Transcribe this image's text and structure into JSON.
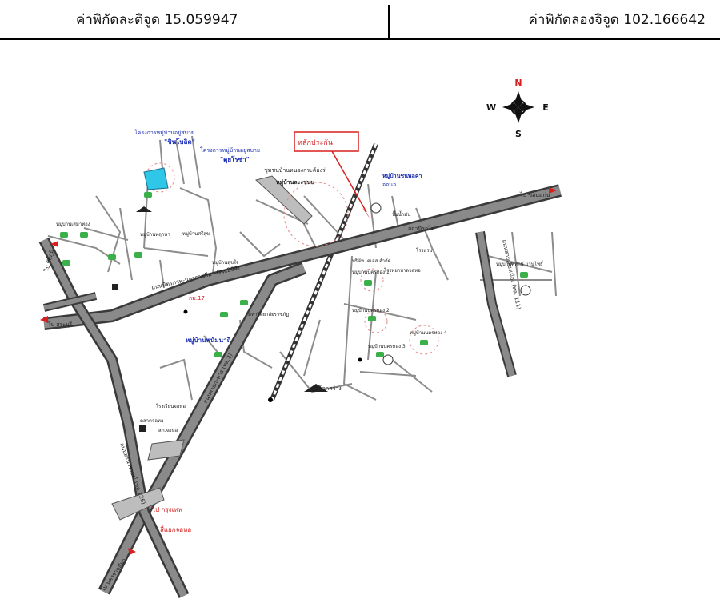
{
  "header": {
    "lat_label": "ค่าพิกัดละติจูด",
    "lat_value": "15.059947",
    "lon_label": "ค่าพิกัดลองจิจูด",
    "lon_value": "102.166642"
  },
  "compass": {
    "n": "N",
    "s": "S",
    "e": "E",
    "w": "W"
  },
  "labels": {
    "landmark_box": "หลักประกัน",
    "project_1": "โครงการหมู่บ้านอยู่สบาย",
    "project_1_name": "\"ชินโบลิค\"",
    "project_2": "โครงการหมู่บ้านอยู่สบาย",
    "project_2_name": "\"ดุยโรซ่า\"",
    "village_nongkradong": "ชุมชนบ้านหนองกระด้องร่",
    "village_lamchonghai": "หมู่บ้านละงชนบ",
    "village_chongpho": "หมู่บ้านชนพลคา",
    "village_chongpho2": "จอนจ",
    "village_main": "หมู่บ้านพนัมนาถี",
    "mittraphap_road": "ถนนมิตรภาพ-นครราชสีมา (ทล.204)",
    "road_2": "ถนนสายกะพาร (ทล.2)",
    "road_226": "ถนนสุรนารายณ์ (ทล.226)",
    "road_2_right": "ถนนสายเลี่ยงเมือง (ทล. 111)",
    "to_khonkaen": "ไป ขอนแก่น",
    "to_saraburi": "ไป สระบุรี",
    "to_bangkok": "ไป กรุงเทพ",
    "to_chaiyaphum": "ไป ชัยภูมิ",
    "to_nakhon_ratchasima": "ไป นครราชสีมา",
    "km_marker": "กม.17",
    "station": "สถานีรถไฟ",
    "temple": "วัดโคกสว่าง",
    "junction": "สี่แยกจอหอ",
    "school": "โรงเรียนจอหอ",
    "police": "สภ.จอหอ",
    "market": "ตลาดจอหอ",
    "village_a": "หมู่บ้านเสมาทอง",
    "village_b": "หมู่บ้านพฤกษา",
    "village_c": "หมู่บ้านนครทอง 1",
    "village_d": "หมู่บ้านนครทอง 2",
    "village_e": "หมู่บ้านนครทอง 3",
    "village_f": "หมู่บ้านนครทอง 4",
    "village_g": "หมู่บ้านศรีสุข",
    "village_h": "หมู่บ้านสุขใจ",
    "village_i": "หมู่บ้านพิทักษ์ บ้านโพธิ์",
    "university": "มหาวิทยาลัยราชภัฏ",
    "hospital": "โรงพยาบาลจอหอ",
    "gas": "ปั๊มน้ำมัน",
    "hotel": "โรงแรม",
    "factory": "บริษัท เคเอส จำกัด"
  },
  "colors": {
    "road": "#7a7a7a",
    "road_edge": "#3a3a3a",
    "highlight": "#d81f1f",
    "accent_blue": "#1c2fb5",
    "building_cyan": "#2ec7e8"
  }
}
